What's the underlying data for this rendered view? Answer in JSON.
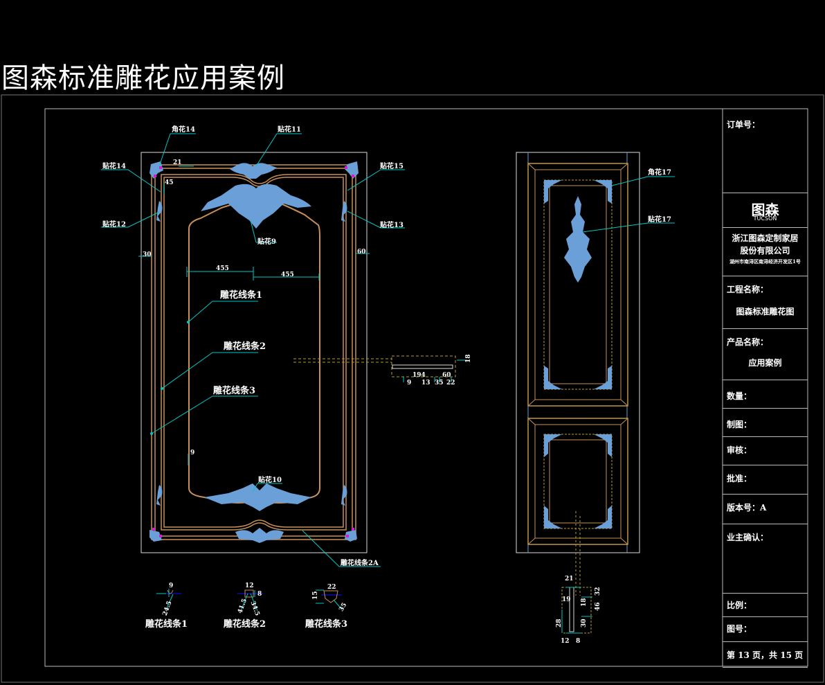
{
  "title": "图森标准雕花应用案例",
  "colors": {
    "background": "#000000",
    "frame": "#bbbbbb",
    "leader": "#00c8c8",
    "molding": "#c89058",
    "carving": "#6a9fd8",
    "dashed": "#b8a020",
    "corner_mark": "#d020d0",
    "section_axis": "#1010ff"
  },
  "left_view": {
    "labels": {
      "corner_14": "角花14",
      "applique_11": "贴花11",
      "applique_14": "贴花14",
      "applique_15": "贴花15",
      "applique_12": "贴花12",
      "applique_13": "贴花13",
      "applique_9": "贴花9",
      "applique_10": "贴花10",
      "molding_1": "雕花线条1",
      "molding_2": "雕花线条2",
      "molding_3": "雕花线条3",
      "molding_2a": "雕花线条2A"
    },
    "dimensions": {
      "top_offset": "21",
      "side_offset": "45",
      "left_margin": "30",
      "right_margin": "60",
      "half_width_left": "455",
      "half_width_right": "455",
      "inner_gap": "9"
    }
  },
  "section_detail": {
    "dims": [
      "194",
      "60",
      "9",
      "13",
      "35",
      "22",
      "18"
    ]
  },
  "molding_profiles": [
    {
      "label": "雕花线条1",
      "dims": [
        "9",
        "24.5"
      ]
    },
    {
      "label": "雕花线条2",
      "dims": [
        "12",
        "8",
        "41.5",
        "34.5"
      ]
    },
    {
      "label": "雕花线条3",
      "dims": [
        "22",
        "15",
        "35"
      ]
    }
  ],
  "right_view": {
    "labels": {
      "corner_17": "角花17",
      "applique_17": "贴花17"
    },
    "section_dims": [
      "21",
      "19",
      "32",
      "46",
      "18",
      "28",
      "12",
      "8",
      "30"
    ]
  },
  "title_block": {
    "order_no": "订单号：",
    "brand_cn": "图森",
    "brand_en": "TUCSON",
    "company_line1": "浙江图森定制家居",
    "company_line2": "股份有限公司",
    "company_address": "湖州市南浔区南浔经济开发区1号",
    "project_label": "工程名称：",
    "project_value": "图森标准雕花图",
    "product_label": "产品名称：",
    "product_value": "应用案例",
    "quantity_label": "数量：",
    "drawn_label": "制图：",
    "review_label": "审核：",
    "approve_label": "批准：",
    "version_label": "版本号：A",
    "owner_confirm_label": "业主确认：",
    "scale_label": "比例：",
    "drawing_no_label": "图号：",
    "page_info": "第 13 页，共 15 页"
  }
}
